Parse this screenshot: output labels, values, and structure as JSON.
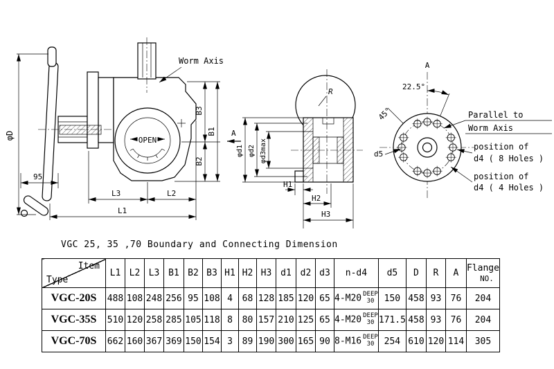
{
  "title": "VGC 25, 35 ,70 Boundary and Connecting Dimension",
  "drawing": {
    "left_view": {
      "worm_axis_label": "Worm Axis",
      "open_label": "OPEN",
      "dia_D": "φD",
      "dim_95": "95",
      "B1": "B1",
      "B2": "B2",
      "B3": "B3",
      "L1": "L1",
      "L2": "L2",
      "L3": "L3",
      "section_label": "A"
    },
    "section_view": {
      "R": "R",
      "dia_d1": "φd1",
      "dia_d2": "φd2",
      "dia_d3max": "φd3max",
      "H1": "H1",
      "H2": "H2",
      "H3": "H3"
    },
    "flange_view": {
      "axis_label": "A",
      "angle_225": "22.5°",
      "angle_45": "45°",
      "d5": "d5",
      "parallel_line1": "Parallel to",
      "parallel_line2": "Worm Axis",
      "pos8_line1": "position of",
      "pos8_line2": "d4 ( 8 Holes )",
      "pos4_line1": "position of",
      "pos4_line2": "d4 ( 4 Holes )"
    }
  },
  "table": {
    "corner_top": "Item",
    "corner_bottom": "Type",
    "cols": [
      "L1",
      "L2",
      "L3",
      "B1",
      "B2",
      "B3",
      "H1",
      "H2",
      "H3",
      "d1",
      "d2",
      "d3",
      "n-d4",
      "d5",
      "D",
      "R",
      "A"
    ],
    "flange_top": "Flange",
    "flange_bottom": "NO.",
    "rows": [
      {
        "type": "VGC-20S",
        "values": [
          "488",
          "108",
          "248",
          "256",
          "95",
          "108",
          "4",
          "68",
          "128",
          "185",
          "120",
          "65"
        ],
        "nd4": "4-M20",
        "nd4_note_top": "DEEP",
        "nd4_note_bottom": "30",
        "values2": [
          "150",
          "458",
          "93",
          "76"
        ],
        "flange": "204"
      },
      {
        "type": "VGC-35S",
        "values": [
          "510",
          "120",
          "258",
          "285",
          "105",
          "118",
          "8",
          "80",
          "157",
          "210",
          "125",
          "65"
        ],
        "nd4": "4-M20",
        "nd4_note_top": "DEEP",
        "nd4_note_bottom": "30",
        "values2": [
          "171.5",
          "458",
          "93",
          "76"
        ],
        "flange": "204"
      },
      {
        "type": "VGC-70S",
        "values": [
          "662",
          "160",
          "367",
          "369",
          "150",
          "154",
          "3",
          "89",
          "190",
          "300",
          "165",
          "90"
        ],
        "nd4": "8-M16",
        "nd4_note_top": "DEEP",
        "nd4_note_bottom": "30",
        "values2": [
          "254",
          "610",
          "120",
          "114"
        ],
        "flange": "305"
      }
    ]
  }
}
